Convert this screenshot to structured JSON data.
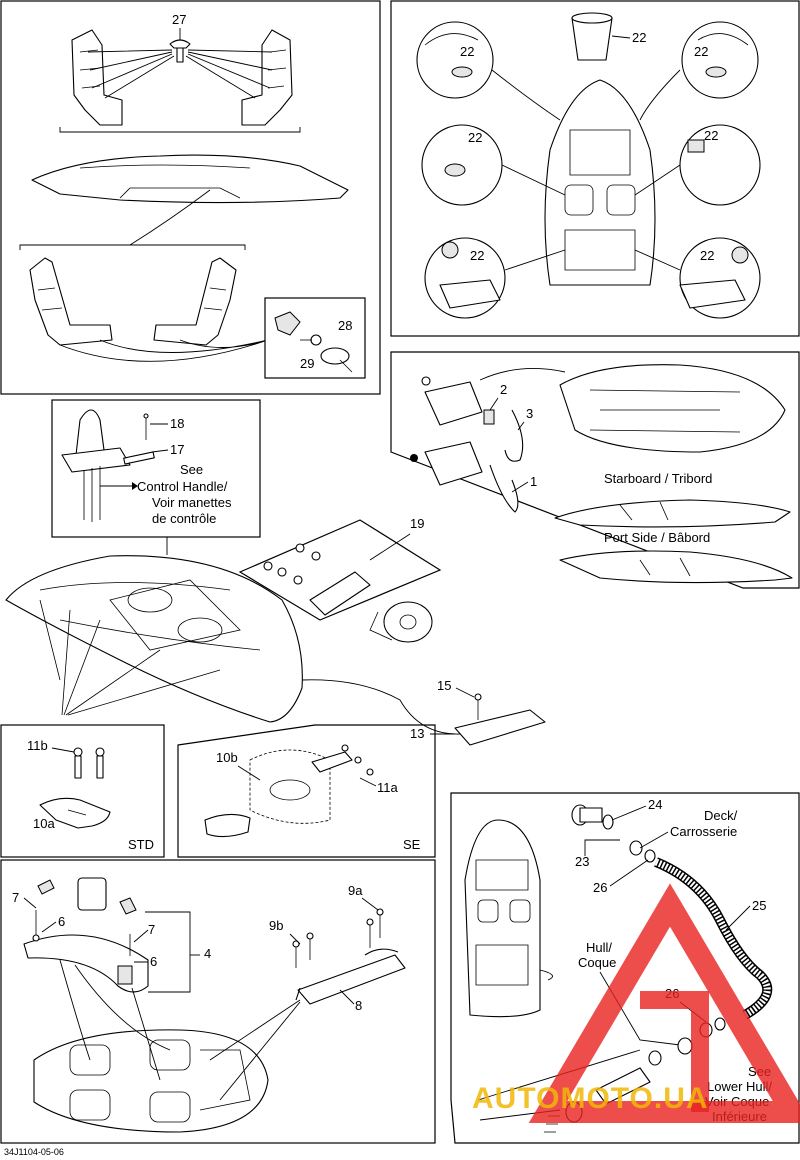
{
  "callouts": {
    "c27": "27",
    "c22a": "22",
    "c22b": "22",
    "c22c": "22",
    "c22d": "22",
    "c22e": "22",
    "c22f": "22",
    "c22g": "22",
    "c28": "28",
    "c29": "29",
    "c18": "18",
    "c17": "17",
    "c2": "2",
    "c3": "3",
    "c1": "1",
    "c19": "19",
    "c15": "15",
    "c13": "13",
    "c11b_std": "11b",
    "c10a": "10a",
    "c10b": "10b",
    "c11a": "11a",
    "c7a": "7",
    "c6a": "6",
    "c7b": "7",
    "c6b": "6",
    "c4": "4",
    "c9a": "9a",
    "c9b": "9b",
    "c8": "8",
    "c24": "24",
    "c23": "23",
    "c26a": "26",
    "c25": "25",
    "c26b": "26"
  },
  "labels": {
    "see_control_1": "See",
    "see_control_2": "Control Handle/",
    "see_control_3": "Voir manettes",
    "see_control_4": "de contrôle",
    "starboard": "Starboard / Tribord",
    "port": "Port Side / Bâbord",
    "std": "STD",
    "se": "SE",
    "deck_1": "Deck/",
    "deck_2": "Carrosserie",
    "hull_1": "Hull/",
    "hull_2": "Coque",
    "see_hull_1": "See",
    "see_hull_2": "Lower Hull/",
    "see_hull_3": "Voir Coque",
    "see_hull_4": "Inférieure",
    "doc_code": "34J1104-05-06"
  },
  "watermark": {
    "text": "AUTOMOTO.UA",
    "color": "#e8221f",
    "text_color": "#f2b705"
  },
  "icons": [
    "rivet-icon",
    "cup-holder-icon",
    "cleat-icon",
    "bolt-icon",
    "washer-icon",
    "grab-handle-icon",
    "drain-hose-icon",
    "cable-tie-icon"
  ]
}
